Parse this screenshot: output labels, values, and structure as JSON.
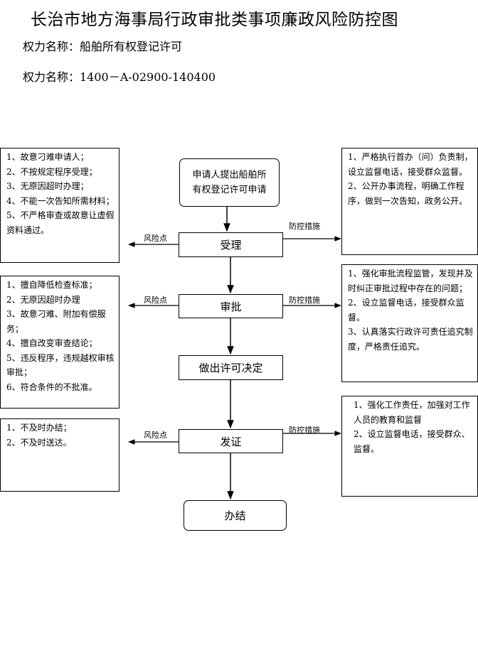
{
  "header": {
    "title": "长治市地方海事局行政审批类事项廉政风险防控图",
    "power_name": "权力名称：船舶所有权登记许可",
    "power_code": "权力名称：1400－A-02900-140400"
  },
  "flow": {
    "start": [
      "申请人提出船舶所",
      "有权登记许可申请"
    ],
    "accept": "受理",
    "approve": "审批",
    "decision": "做出许可决定",
    "certificate": "发证",
    "finish": "办结"
  },
  "labels": {
    "risk_point": "风险点",
    "control_measure": "防控措施"
  },
  "risks": {
    "accept": [
      "1、故意刁难申请人；",
      "2、不按规定程序受理；",
      "3、无原因超时办理；",
      "4、不能一次告知所需材料；",
      "5、不严格审查或故意让虚假资料通过。"
    ],
    "approve": [
      "1、擅自降低检查标准；",
      "2、无原因超时办理",
      "3、故意刁难、附加有偿服务；",
      "4、擅自改变审查结论；",
      "5、违反程序，违规越权审核审批；",
      "6、符合条件的不批准。"
    ],
    "certificate": [
      "1、不及时办结；",
      "2、不及时送达。"
    ]
  },
  "measures": {
    "accept": [
      "1、严格执行首办（问）负责制，设立监督电话，接受群众监督。",
      "2、公开办事流程，明确工作程序，做到一次告知，政务公开。"
    ],
    "approve": [
      "1、强化审批流程监管，发现并及时纠正审批过程中存在的问题；",
      "2、设立监督电话，接受群众监督。",
      "3、认真落实行政许可责任追究制度，严格责任追究。"
    ],
    "certificate": [
      "1、强化工作责任，加强对工作人员的教育和监督",
      "2、设立监督电话，接受群众、监督。"
    ]
  }
}
